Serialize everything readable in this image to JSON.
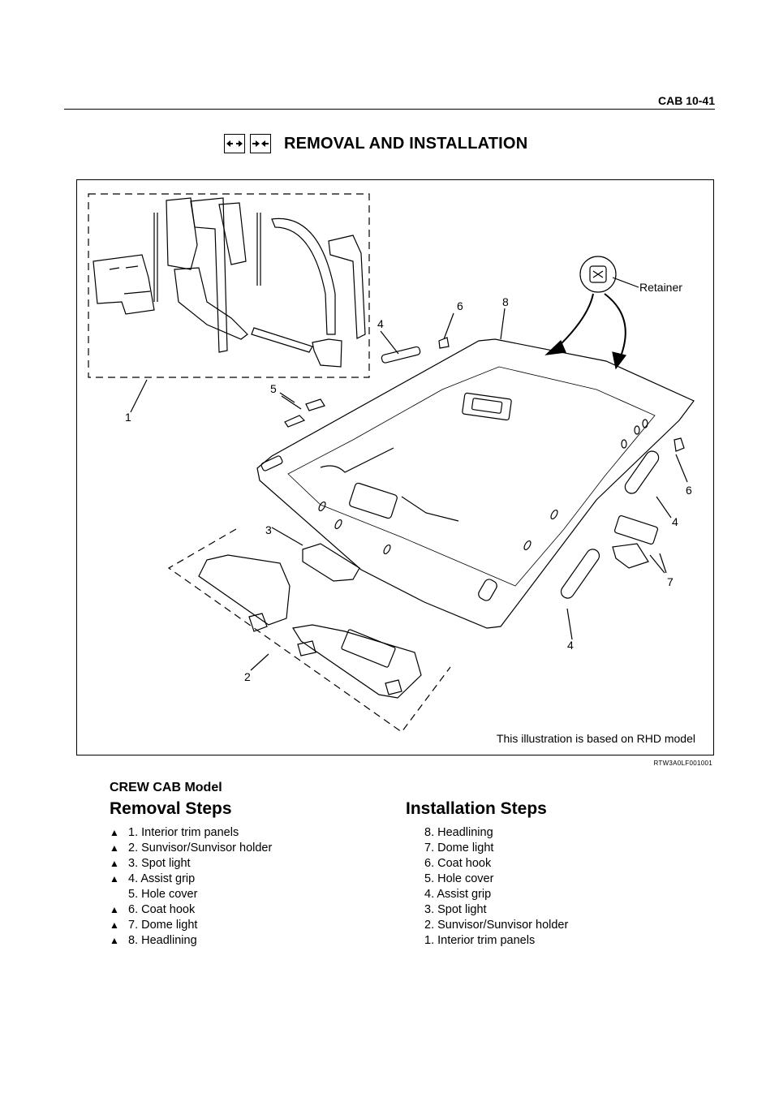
{
  "header": {
    "page_ref": "CAB  10-41"
  },
  "title": {
    "text": "REMOVAL AND INSTALLATION",
    "icons": [
      "removal-arrows-icon",
      "installation-arrows-icon"
    ]
  },
  "figure": {
    "caption": "This illustration is based on RHD model",
    "code": "RTW3A0LF001001",
    "callouts": {
      "c1": "1",
      "c2": "2",
      "c3": "3",
      "c4a": "4",
      "c4b": "4",
      "c4c": "4",
      "c5": "5",
      "c6a": "6",
      "c6b": "6",
      "c7": "7",
      "c8": "8",
      "retainer": "Retainer"
    }
  },
  "model": "CREW CAB Model",
  "removal": {
    "heading": "Removal Steps",
    "items": [
      {
        "mark": "▲",
        "text": "1. Interior trim panels"
      },
      {
        "mark": "▲",
        "text": "2. Sunvisor/Sunvisor holder"
      },
      {
        "mark": "▲",
        "text": "3. Spot light"
      },
      {
        "mark": "▲",
        "text": "4. Assist grip"
      },
      {
        "mark": "",
        "text": "5. Hole cover"
      },
      {
        "mark": "▲",
        "text": "6. Coat hook"
      },
      {
        "mark": "▲",
        "text": "7. Dome light"
      },
      {
        "mark": "▲",
        "text": "8. Headlining"
      }
    ]
  },
  "installation": {
    "heading": "Installation Steps",
    "items": [
      "8. Headlining",
      "7. Dome light",
      "6. Coat hook",
      "5. Hole cover",
      "4. Assist grip",
      "3. Spot light",
      "2. Sunvisor/Sunvisor holder",
      "1. Interior trim panels"
    ]
  }
}
